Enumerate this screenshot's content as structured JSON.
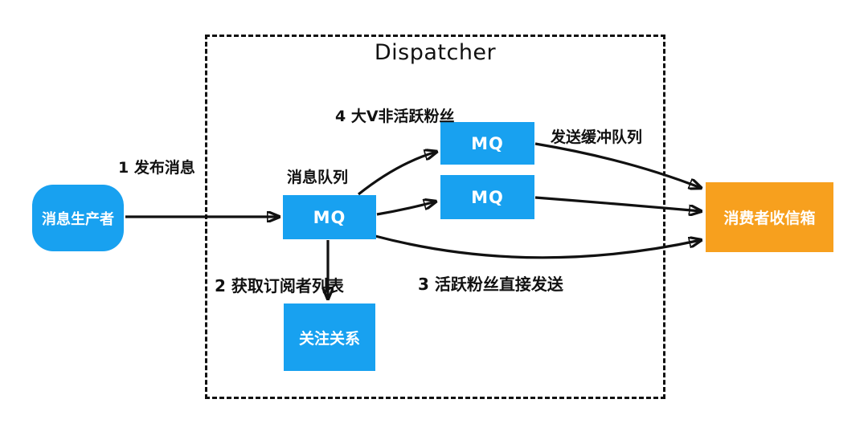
{
  "diagram": {
    "container": {
      "title": "Dispatcher"
    },
    "colors": {
      "node_blue": "#18A1F0",
      "node_orange": "#F7A01E",
      "arrow": "#111111",
      "background": "#FFFFFF"
    },
    "nodes": {
      "producer": {
        "label": "消息生产者"
      },
      "main_mq": {
        "label": "MQ",
        "caption": "消息队列"
      },
      "mq_top": {
        "label": "MQ"
      },
      "mq_mid": {
        "label": "MQ"
      },
      "follow": {
        "label": "关注关系"
      },
      "inbox": {
        "label": "消费者收信箱"
      }
    },
    "edges": {
      "publish": {
        "label": "1 发布消息"
      },
      "get_subscribers": {
        "label": "2 获取订阅者列表"
      },
      "active_fans_direct": {
        "label": "3 活跃粉丝直接发送"
      },
      "bigv_inactive_fans": {
        "label": "4 大V非活跃粉丝"
      },
      "send_buffer_queue": {
        "label": "发送缓冲队列"
      }
    }
  }
}
